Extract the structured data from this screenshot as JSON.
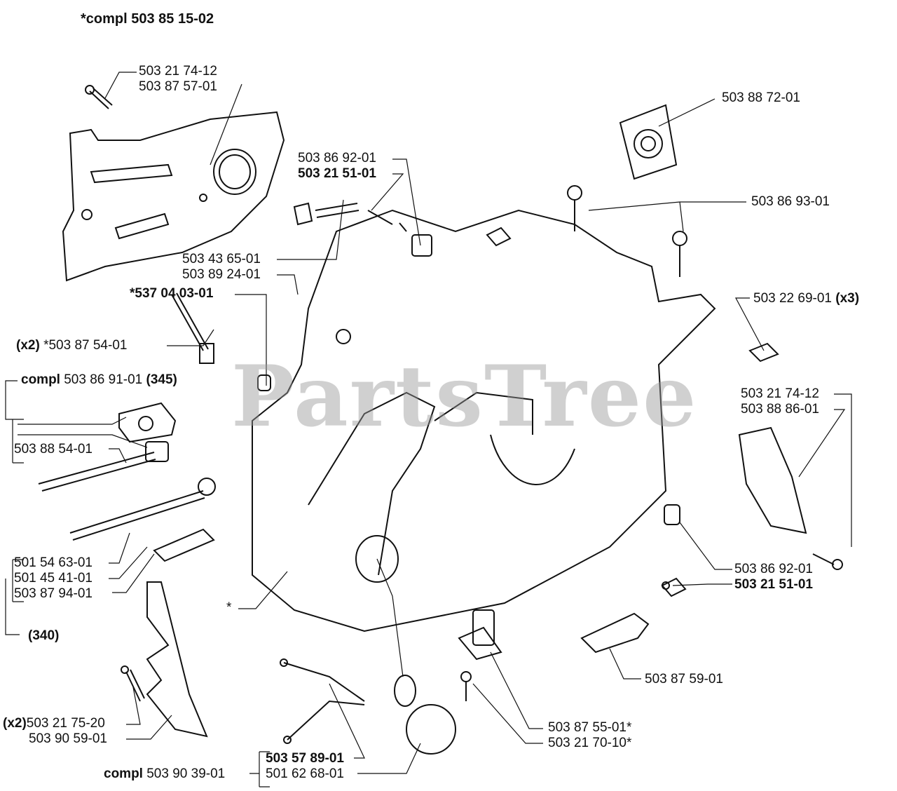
{
  "diagram": {
    "title": "*compl 503 85 15-02",
    "watermark": "PartsTree",
    "labels": {
      "l01": {
        "pre": "",
        "main": "503 21 74-12",
        "suf": ""
      },
      "l02": {
        "pre": "",
        "main": "503 87 57-01",
        "suf": ""
      },
      "l03": {
        "pre": "",
        "main": "503 86 92-01",
        "suf": ""
      },
      "l04": {
        "pre": "",
        "main": "503 21 51-01",
        "suf": "",
        "bold": true
      },
      "l05": {
        "pre": "",
        "main": "503 88 72-01",
        "suf": ""
      },
      "l06": {
        "pre": "",
        "main": "503 86 93-01",
        "suf": ""
      },
      "l07": {
        "pre": "",
        "main": "503 43 65-01",
        "suf": ""
      },
      "l08": {
        "pre": "",
        "main": "503 89 24-01",
        "suf": ""
      },
      "l09": {
        "pre": "",
        "main": "*537 04 03-01",
        "suf": "",
        "bold": true
      },
      "l10": {
        "pre": "(x2)",
        "main": " *503 87 54-01",
        "suf": ""
      },
      "l11": {
        "pre": "compl",
        "main": " 503 86 91-01 ",
        "suf": "(345)"
      },
      "l12": {
        "pre": "",
        "main": "503 22 69-01 ",
        "suf": "(x3)"
      },
      "l13": {
        "pre": "",
        "main": "503 88 54-01",
        "suf": ""
      },
      "l14": {
        "pre": "",
        "main": "503 21 74-12",
        "suf": ""
      },
      "l15": {
        "pre": "",
        "main": "503 88 86-01",
        "suf": ""
      },
      "l16": {
        "pre": "",
        "main": "501 54 63-01",
        "suf": ""
      },
      "l17": {
        "pre": "",
        "main": "501 45 41-01",
        "suf": ""
      },
      "l18": {
        "pre": "",
        "main": "503 87 94-01",
        "suf": ""
      },
      "l19": {
        "pre": "",
        "main": "503 86 92-01",
        "suf": ""
      },
      "l20": {
        "pre": "",
        "main": "503 21 51-01",
        "suf": "",
        "bold": true
      },
      "l21": {
        "pre": "",
        "main": "*",
        "suf": ""
      },
      "l22": {
        "pre": "",
        "main": "(340)",
        "suf": "",
        "bold": true
      },
      "l23": {
        "pre": "",
        "main": "503 87 59-01",
        "suf": ""
      },
      "l24": {
        "pre": "(x2)",
        "main": "503 21 75-20",
        "suf": ""
      },
      "l25": {
        "pre": "",
        "main": "503 90 59-01",
        "suf": ""
      },
      "l26": {
        "pre": "",
        "main": "503 87 55-01*",
        "suf": ""
      },
      "l27": {
        "pre": "",
        "main": "503 21 70-10*",
        "suf": ""
      },
      "l28": {
        "pre": "",
        "main": "503 57 89-01",
        "suf": "",
        "bold": true
      },
      "l29": {
        "pre": "compl",
        "main": " 503 90 39-01",
        "suf": ""
      },
      "l30": {
        "pre": "",
        "main": "501 62 68-01",
        "suf": ""
      }
    }
  }
}
